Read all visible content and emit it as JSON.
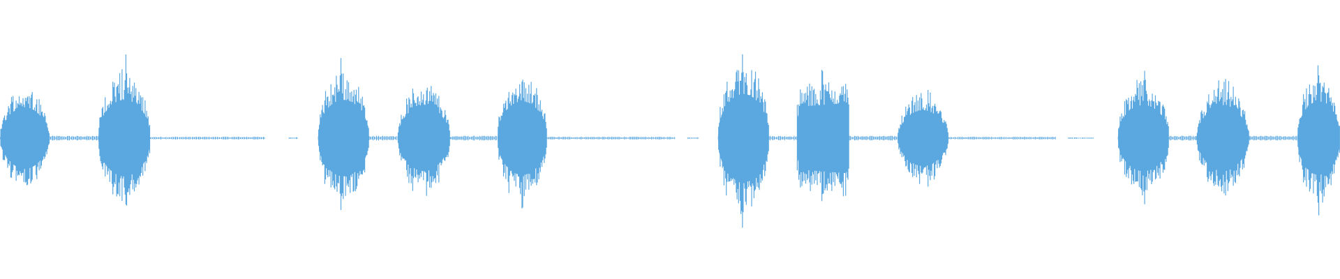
{
  "waveform": {
    "color": "#5ba8e0",
    "background": "#ffffff",
    "duration_units": 1568,
    "baseline_amplitude": 0.015,
    "bursts": [
      {
        "start": 0,
        "end": 58,
        "peak": 0.42,
        "shape": "dome"
      },
      {
        "start": 115,
        "end": 176,
        "peak": 0.52,
        "shape": "spiky"
      },
      {
        "start": 372,
        "end": 432,
        "peak": 0.52,
        "shape": "spiky"
      },
      {
        "start": 465,
        "end": 527,
        "peak": 0.45,
        "shape": "dome"
      },
      {
        "start": 582,
        "end": 640,
        "peak": 0.5,
        "shape": "spiky"
      },
      {
        "start": 840,
        "end": 900,
        "peak": 0.6,
        "shape": "spiky"
      },
      {
        "start": 933,
        "end": 994,
        "peak": 0.48,
        "shape": "block"
      },
      {
        "start": 1050,
        "end": 1110,
        "peak": 0.38,
        "shape": "dome"
      },
      {
        "start": 1308,
        "end": 1368,
        "peak": 0.45,
        "shape": "spiky"
      },
      {
        "start": 1400,
        "end": 1462,
        "peak": 0.45,
        "shape": "dome"
      },
      {
        "start": 1518,
        "end": 1568,
        "peak": 0.5,
        "shape": "spiky"
      }
    ],
    "quiet_segments": [
      {
        "start": 58,
        "end": 115,
        "level": 0.02
      },
      {
        "start": 176,
        "end": 310,
        "level": 0.012
      },
      {
        "start": 338,
        "end": 348,
        "level": 0.008
      },
      {
        "start": 432,
        "end": 465,
        "level": 0.02
      },
      {
        "start": 527,
        "end": 582,
        "level": 0.02
      },
      {
        "start": 640,
        "end": 790,
        "level": 0.012
      },
      {
        "start": 805,
        "end": 818,
        "level": 0.008
      },
      {
        "start": 900,
        "end": 933,
        "level": 0.02
      },
      {
        "start": 994,
        "end": 1050,
        "level": 0.02
      },
      {
        "start": 1110,
        "end": 1235,
        "level": 0.012
      },
      {
        "start": 1250,
        "end": 1280,
        "level": 0.006
      },
      {
        "start": 1368,
        "end": 1400,
        "level": 0.02
      },
      {
        "start": 1462,
        "end": 1518,
        "level": 0.02
      }
    ]
  }
}
